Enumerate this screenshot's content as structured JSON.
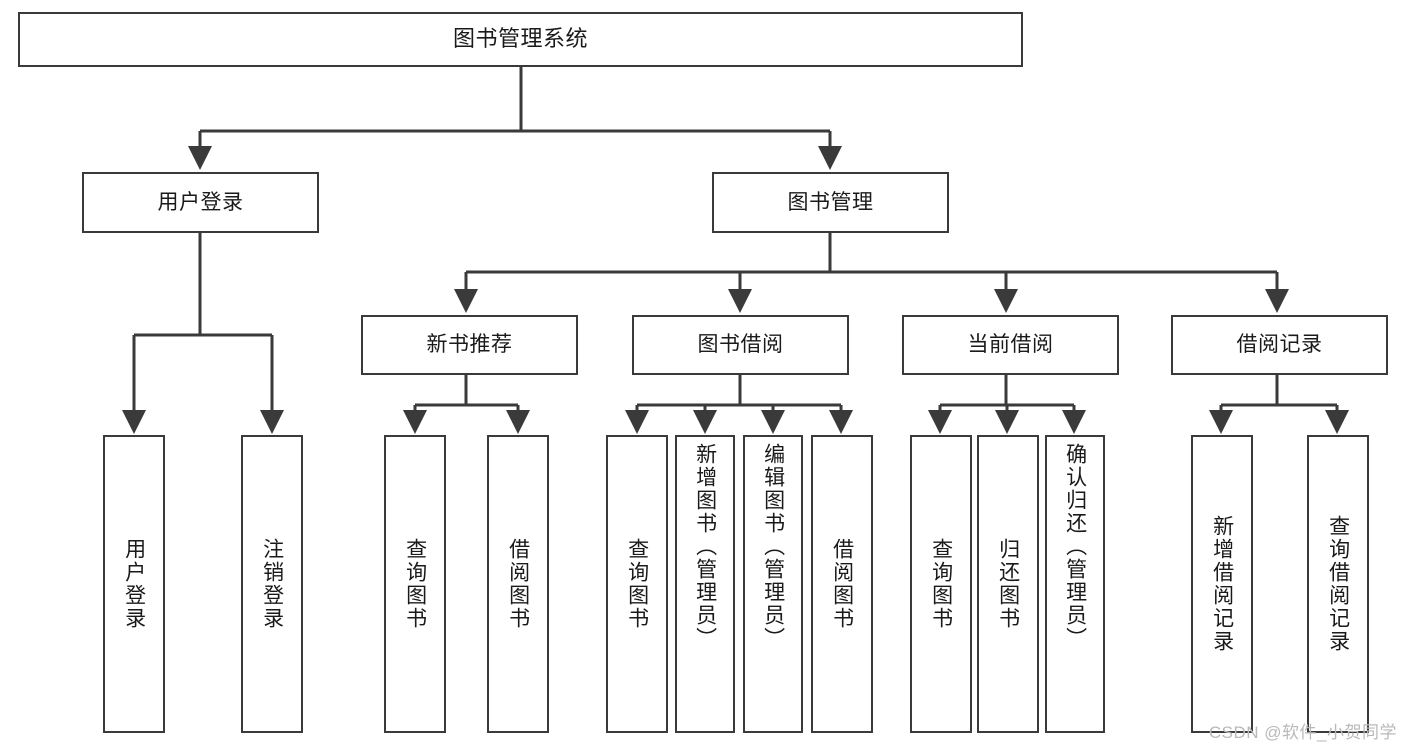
{
  "diagram": {
    "title": "图书管理系统",
    "type": "tree",
    "watermark": "CSDN @软件_小贺同学",
    "colors": {
      "background": "#ffffff",
      "box_border": "#3a3a3a",
      "connector": "#3a3a3a",
      "text": "#1a1a1a",
      "watermark": "#b9b9b9"
    },
    "nodes": {
      "root": {
        "label": "图书管理系统"
      },
      "level2": [
        {
          "id": "user-login",
          "label": "用户登录"
        },
        {
          "id": "book-manage",
          "label": "图书管理"
        }
      ],
      "level3": [
        {
          "id": "new-book-recommend",
          "label": "新书推荐"
        },
        {
          "id": "book-borrow",
          "label": "图书借阅"
        },
        {
          "id": "current-borrow",
          "label": "当前借阅"
        },
        {
          "id": "borrow-record",
          "label": "借阅记录"
        }
      ],
      "leaves": {
        "user_login": [
          {
            "id": "leaf-user-login",
            "label": "用户登录"
          },
          {
            "id": "leaf-logout-login",
            "label": "注销登录"
          }
        ],
        "new_book_recommend": [
          {
            "id": "leaf-query-book-1",
            "label": "查询图书"
          },
          {
            "id": "leaf-borrow-book-1",
            "label": "借阅图书"
          }
        ],
        "book_borrow": [
          {
            "id": "leaf-query-book-2",
            "label": "查询图书"
          },
          {
            "id": "leaf-add-book-admin",
            "label": "新增图书（管理员）"
          },
          {
            "id": "leaf-edit-book-admin",
            "label": "编辑图书（管理员）"
          },
          {
            "id": "leaf-borrow-book-2",
            "label": "借阅图书"
          }
        ],
        "current_borrow": [
          {
            "id": "leaf-query-book-3",
            "label": "查询图书"
          },
          {
            "id": "leaf-return-book",
            "label": "归还图书"
          },
          {
            "id": "leaf-confirm-return-admin",
            "label": "确认归还（管理员）"
          }
        ],
        "borrow_record": [
          {
            "id": "leaf-add-borrow-record",
            "label": "新增借阅记录"
          },
          {
            "id": "leaf-query-borrow-record",
            "label": "查询借阅记录"
          }
        ]
      }
    }
  }
}
